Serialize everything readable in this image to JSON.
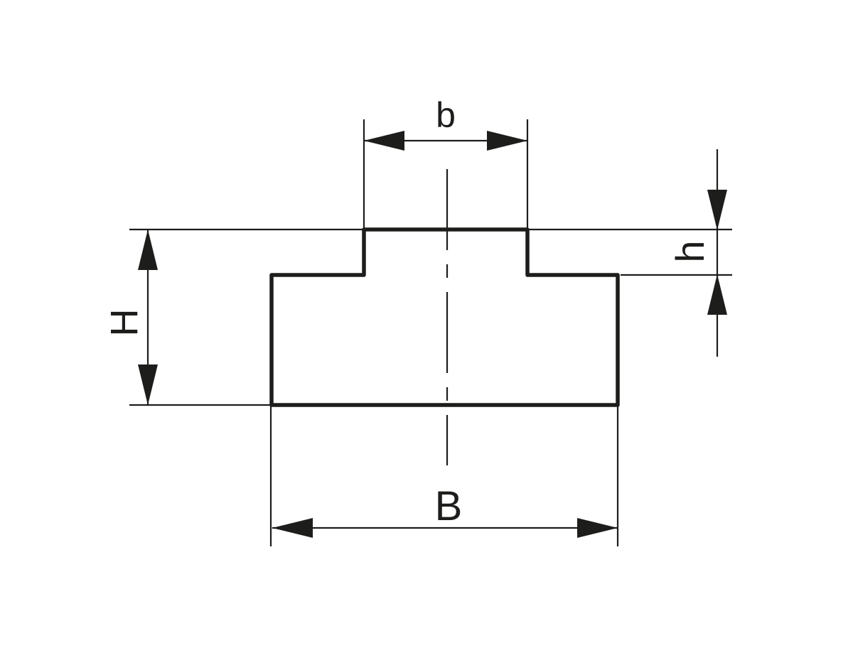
{
  "colors": {
    "ink": "#1d1d1b",
    "background": "#ffffff"
  },
  "labels": {
    "top_width": "b",
    "bottom_width": "B",
    "overall_height": "H",
    "lip_height": "h"
  }
}
